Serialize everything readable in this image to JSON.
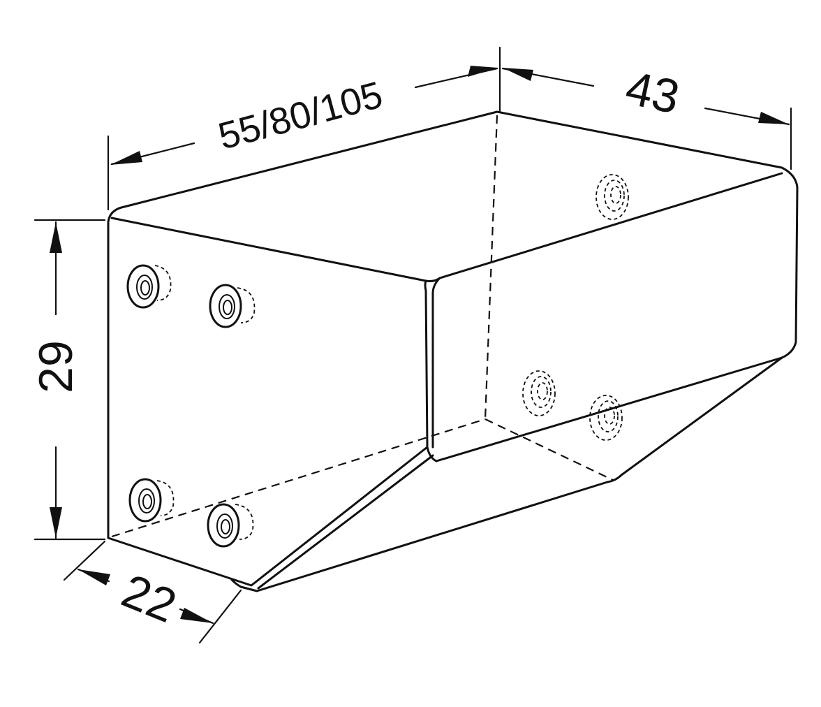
{
  "dimensions": {
    "length": "55/80/105",
    "width": "43",
    "height": "29",
    "depth": "22"
  }
}
